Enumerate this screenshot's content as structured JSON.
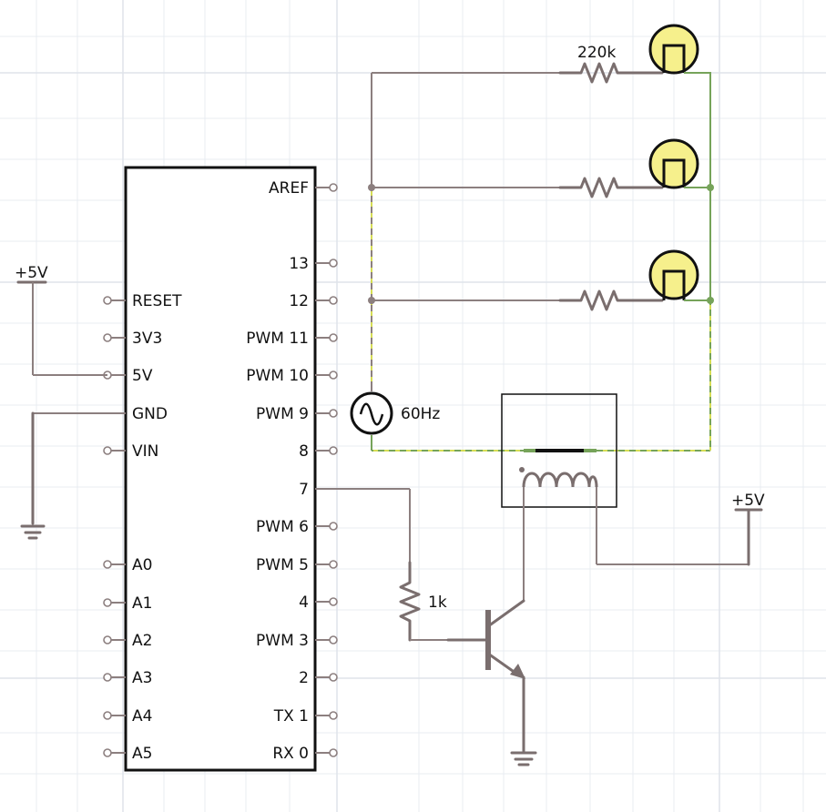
{
  "board": {
    "left_pins": [
      "RESET",
      "3V3",
      "5V",
      "GND",
      "VIN",
      "A0",
      "A1",
      "A2",
      "A3",
      "A4",
      "A5"
    ],
    "right_pins": [
      "AREF",
      "13",
      "12",
      "PWM 11",
      "PWM 10",
      "PWM 9",
      "8",
      "7",
      "PWM 6",
      "PWM 5",
      "4",
      "PWM 3",
      "2",
      "TX 1",
      "RX 0"
    ]
  },
  "power": {
    "left_supply": "+5V",
    "right_supply": "+5V"
  },
  "components": {
    "led_resistor": "220k",
    "base_resistor": "1k",
    "ac_source": "60Hz"
  },
  "colors": {
    "wire": "#8c7f7f",
    "wire_green": "#76a35a",
    "lamp_fill": "#f6f08c"
  }
}
